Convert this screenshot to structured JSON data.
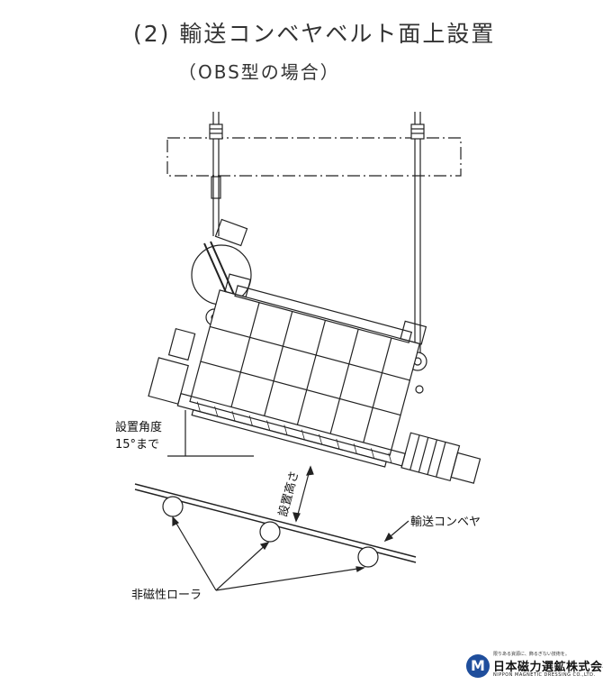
{
  "header": {
    "title": "(2) 輸送コンベヤベルト面上設置",
    "subtitle": "（OBS型の場合）"
  },
  "diagram": {
    "labels": {
      "install_angle_1": "設置角度",
      "install_angle_2": "15°まで",
      "install_height": "設置高さ",
      "conveyor": "輸送コンベヤ",
      "rollers": "非磁性ローラ"
    }
  },
  "logo": {
    "tagline": "限りある資源に、飾るぎない技術を。",
    "name": "日本磁力選鉱株式会社",
    "name_en": "NIPPON MAGNETIC DRESSING CO.,LTD.",
    "mark": "M",
    "color": "#1f4e9c"
  }
}
